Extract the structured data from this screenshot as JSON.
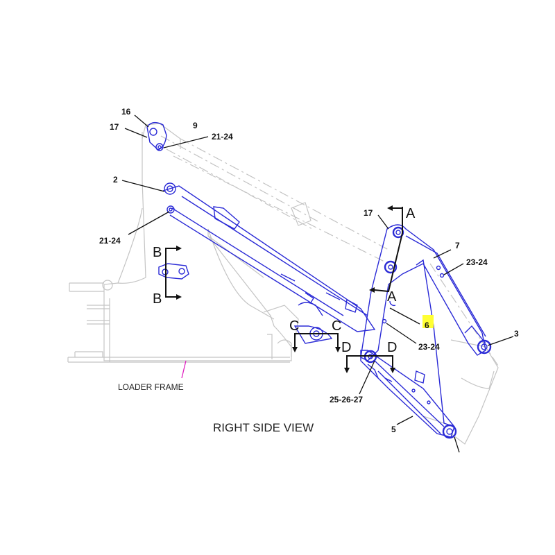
{
  "callouts": {
    "c16": "16",
    "c17_top": "17",
    "c9": "9",
    "c21_24_top": "21-24",
    "c2": "2",
    "c21_24_left": "21-24",
    "c17_right": "17",
    "c7": "7",
    "c23_24_upper": "23-24",
    "c6": "6",
    "c23_24_lower": "23-24",
    "c3": "3",
    "c25_26_27": "25-26-27",
    "c5": "5"
  },
  "sections": {
    "a_top": "A",
    "a_bottom": "A",
    "b_top": "B",
    "b_bottom": "B",
    "c_left": "C",
    "c_right": "C",
    "d_left": "D",
    "d_right": "D"
  },
  "labels": {
    "loader_frame": "LOADER FRAME",
    "view_title": "RIGHT SIDE VIEW"
  },
  "colors": {
    "highlight": "#ffff33",
    "part_outline": "#2a2ad6",
    "frame_outline": "#c4c4c4",
    "leader_magenta": "#e020c0"
  }
}
